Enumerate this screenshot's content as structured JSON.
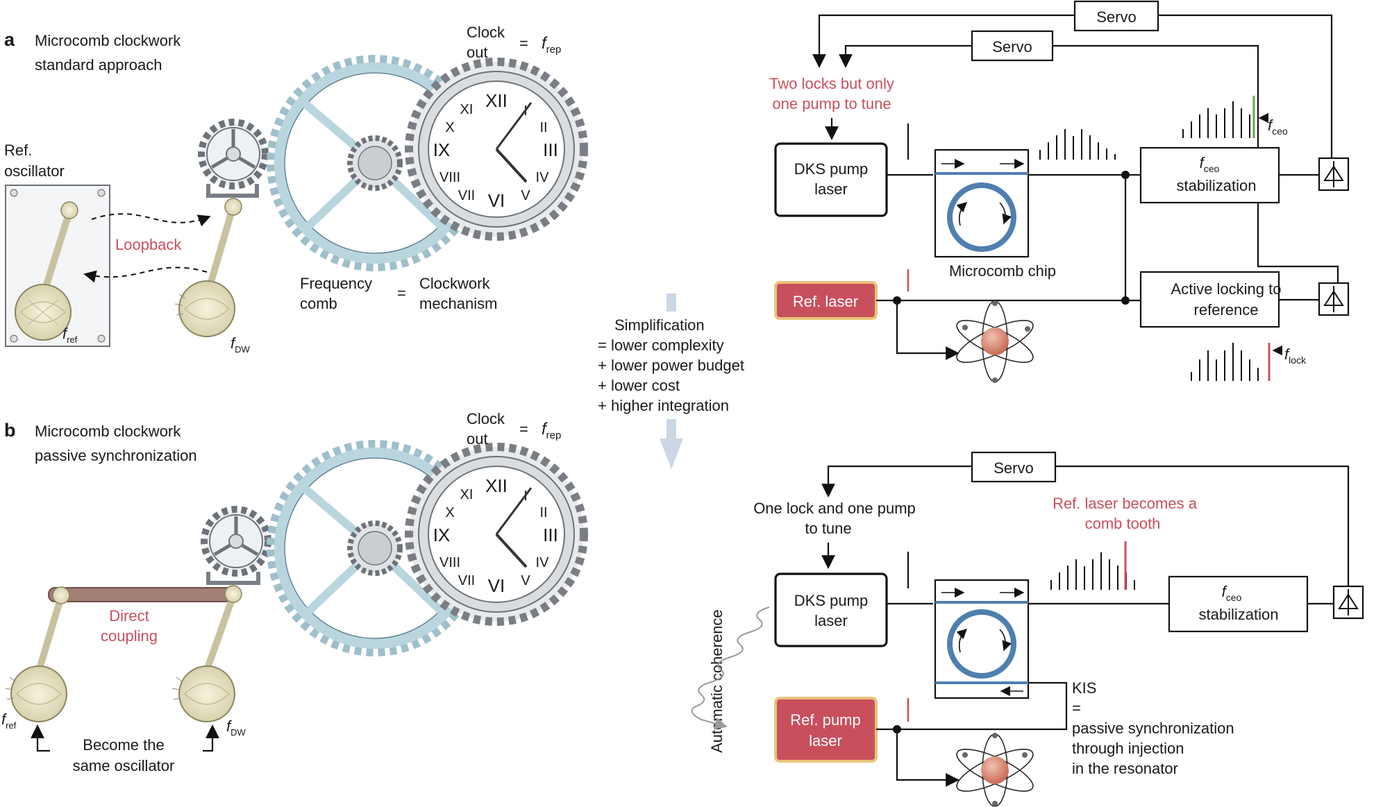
{
  "panel_a": {
    "letter": "a",
    "title_line1": "Microcomb clockwork",
    "title_line2": "standard approach",
    "ref_osc_line1": "Ref.",
    "ref_osc_line2": "oscillator",
    "loopback": "Loopback",
    "clock_out_line1": "Clock",
    "clock_out_line2": "out",
    "equals": "=",
    "f_rep_f": "f",
    "f_rep_sub": "rep",
    "freq_comb_line1": "Frequency",
    "freq_comb_line2": "comb",
    "clockwork_line1": "Clockwork",
    "clockwork_line2": "mechanism",
    "f_ref_f": "f",
    "f_ref_sub": "ref",
    "f_dw_f": "f",
    "f_dw_sub": "DW"
  },
  "panel_b": {
    "letter": "b",
    "title_line1": "Microcomb clockwork",
    "title_line2": "passive synchronization",
    "direct_line1": "Direct",
    "direct_line2": "coupling",
    "clock_out_line1": "Clock",
    "clock_out_line2": "out",
    "equals": "=",
    "f_rep_f": "f",
    "f_rep_sub": "rep",
    "f_ref_f": "f",
    "f_ref_sub": "ref",
    "f_dw_f": "f",
    "f_dw_sub": "DW",
    "same_osc_line1": "Become the",
    "same_osc_line2": "same oscillator"
  },
  "middle": {
    "lines": [
      "Simplification",
      "= lower complexity",
      "+ lower power budget",
      "+ lower cost",
      "+ higher integration"
    ]
  },
  "top_right": {
    "servo_outer": "Servo",
    "servo_inner": "Servo",
    "two_locks_line1": "Two locks but only",
    "two_locks_line2": "one pump to tune",
    "dks_line1": "DKS pump",
    "dks_line2": "laser",
    "microcomb_chip": "Microcomb chip",
    "fceo_f": "f",
    "fceo_sub": "ceo",
    "fceo_stab": "stabilization",
    "spec_fceo_f": "f",
    "spec_fceo_sub": "ceo",
    "active_line1": "Active locking to",
    "active_line2": "reference",
    "ref_laser": "Ref. laser",
    "flock_f": "f",
    "flock_sub": "lock"
  },
  "bottom_right": {
    "servo": "Servo",
    "one_lock_line1": "One lock and one pump",
    "one_lock_line2": "to tune",
    "ref_becomes_line1": "Ref. laser becomes a",
    "ref_becomes_line2": "comb tooth",
    "dks_line1": "DKS pump",
    "dks_line2": "laser",
    "fceo_f": "f",
    "fceo_sub": "ceo",
    "fceo_stab": "stabilization",
    "auto_coherence": "Automatic coherence",
    "ref_pump_line1": "Ref. pump",
    "ref_pump_line2": "laser",
    "kis_lines": [
      "KIS",
      "=",
      "passive synchronization",
      "through injection",
      "in the resonator"
    ]
  },
  "colors": {
    "accent_red": "#c8505c",
    "ref_laser_fill": "#c8505c",
    "ref_laser_border": "#e8c47a",
    "ring_blue": "#4f7fb0",
    "arrow_blue": "#ccd7e6",
    "green_tooth": "#6aa84f"
  }
}
